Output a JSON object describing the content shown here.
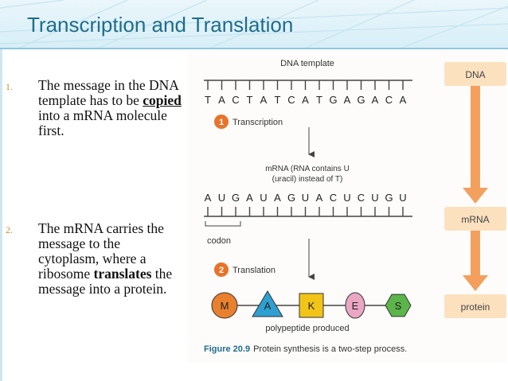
{
  "slide": {
    "title": "Transcription and Translation",
    "accent_color": "#1f6d8e",
    "bullet_color": "#d98a2e"
  },
  "list": [
    {
      "number": "1.",
      "before": "The message in the DNA template has to be ",
      "emphasis": "copied",
      "after": " into a mRNA molecule first."
    },
    {
      "number": "2.",
      "before": "The mRNA carries the message to the cytoplasm, where a ribosome ",
      "emphasis": "translates",
      "after": " the message into a protein."
    }
  ],
  "figure": {
    "dna_label": "DNA template",
    "dna_sequence": [
      "T",
      "A",
      "C",
      "T",
      "A",
      "T",
      "C",
      "A",
      "T",
      "G",
      "A",
      "G",
      "A",
      "C",
      "A"
    ],
    "step1_number": "1",
    "step1_label": "Transcription",
    "mrna_note_line1": "mRNA (RNA contains U",
    "mrna_note_line2": "(uracil) instead of T)",
    "mrna_sequence": [
      "A",
      "U",
      "G",
      "A",
      "U",
      "A",
      "G",
      "U",
      "A",
      "C",
      "U",
      "C",
      "U",
      "G",
      "U"
    ],
    "codon_label": "codon",
    "step2_number": "2",
    "step2_label": "Translation",
    "amino_acids": [
      {
        "letter": "M",
        "shape": "circle",
        "color": "#e8802d"
      },
      {
        "letter": "A",
        "shape": "triangle",
        "color": "#2e9fd0"
      },
      {
        "letter": "K",
        "shape": "square",
        "color": "#f2c418"
      },
      {
        "letter": "E",
        "shape": "ellipse",
        "color": "#e9a7c4"
      },
      {
        "letter": "S",
        "shape": "hexagon",
        "color": "#5cb54a"
      }
    ],
    "polypeptide_label": "polypeptide produced",
    "caption_bold": "Figure 20.9",
    "caption_text": "Protein synthesis is a two-step process.",
    "flow": [
      "DNA",
      "mRNA",
      "protein"
    ],
    "flow_color": "#f3a05e",
    "flow_box_color": "#fce1bf",
    "step_badge_color": "#e8732a"
  }
}
